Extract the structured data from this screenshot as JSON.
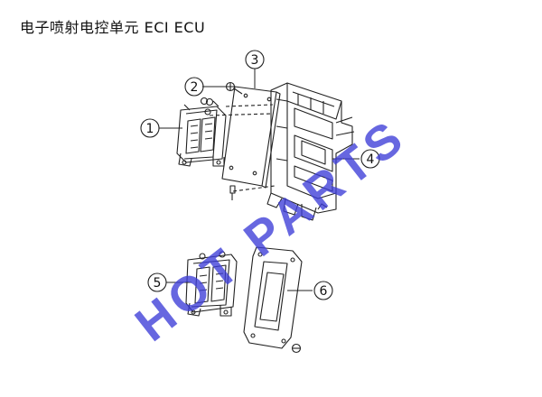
{
  "title": "电子喷射电控单元 ECI ECU",
  "callouts": [
    "1",
    "2",
    "3",
    "4",
    "5",
    "6"
  ],
  "watermark": "HOT PARTS",
  "colors": {
    "line": "#222222",
    "watermark": "#3d3dd8"
  }
}
